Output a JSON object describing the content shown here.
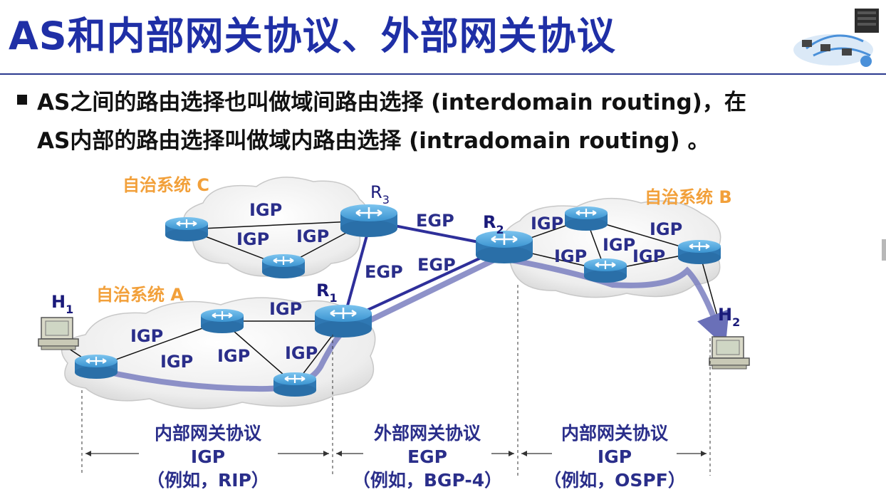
{
  "title": "AS和内部网关协议、外部网关协议",
  "bullet": {
    "line1": "AS之间的路由选择也叫做域间路由选择 (interdomain routing)，在",
    "line2": "AS内部的路由选择叫做域内路由选择 (intradomain routing) 。"
  },
  "diagram": {
    "as_a": "自治系统 A",
    "as_b": "自治系统 B",
    "as_c": "自治系统 C",
    "igp": "IGP",
    "egp": "EGP",
    "routers": {
      "r1_main": "R",
      "r1_sub": "1",
      "r2_main": "R",
      "r2_sub": "2",
      "r3_main": "R",
      "r3_sub": "3"
    },
    "hosts": {
      "h1_main": "H",
      "h1_sub": "1",
      "h2_main": "H",
      "h2_sub": "2"
    }
  },
  "bottom": {
    "left": {
      "line1": "内部网关协议",
      "line2": "IGP",
      "line3": "（例如，RIP）"
    },
    "middle": {
      "line1": "外部网关协议",
      "line2": "EGP",
      "line3": "（例如，BGP-4）"
    },
    "right": {
      "line1": "内部网关协议",
      "line2": "IGP",
      "line3": "（例如，OSPF）"
    }
  },
  "colors": {
    "title": "#1f2fa6",
    "label": "#2a2e8a",
    "as_label": "#f2a03a",
    "path_arrow": "#7a7fbf",
    "router": "#4aa3d9"
  }
}
